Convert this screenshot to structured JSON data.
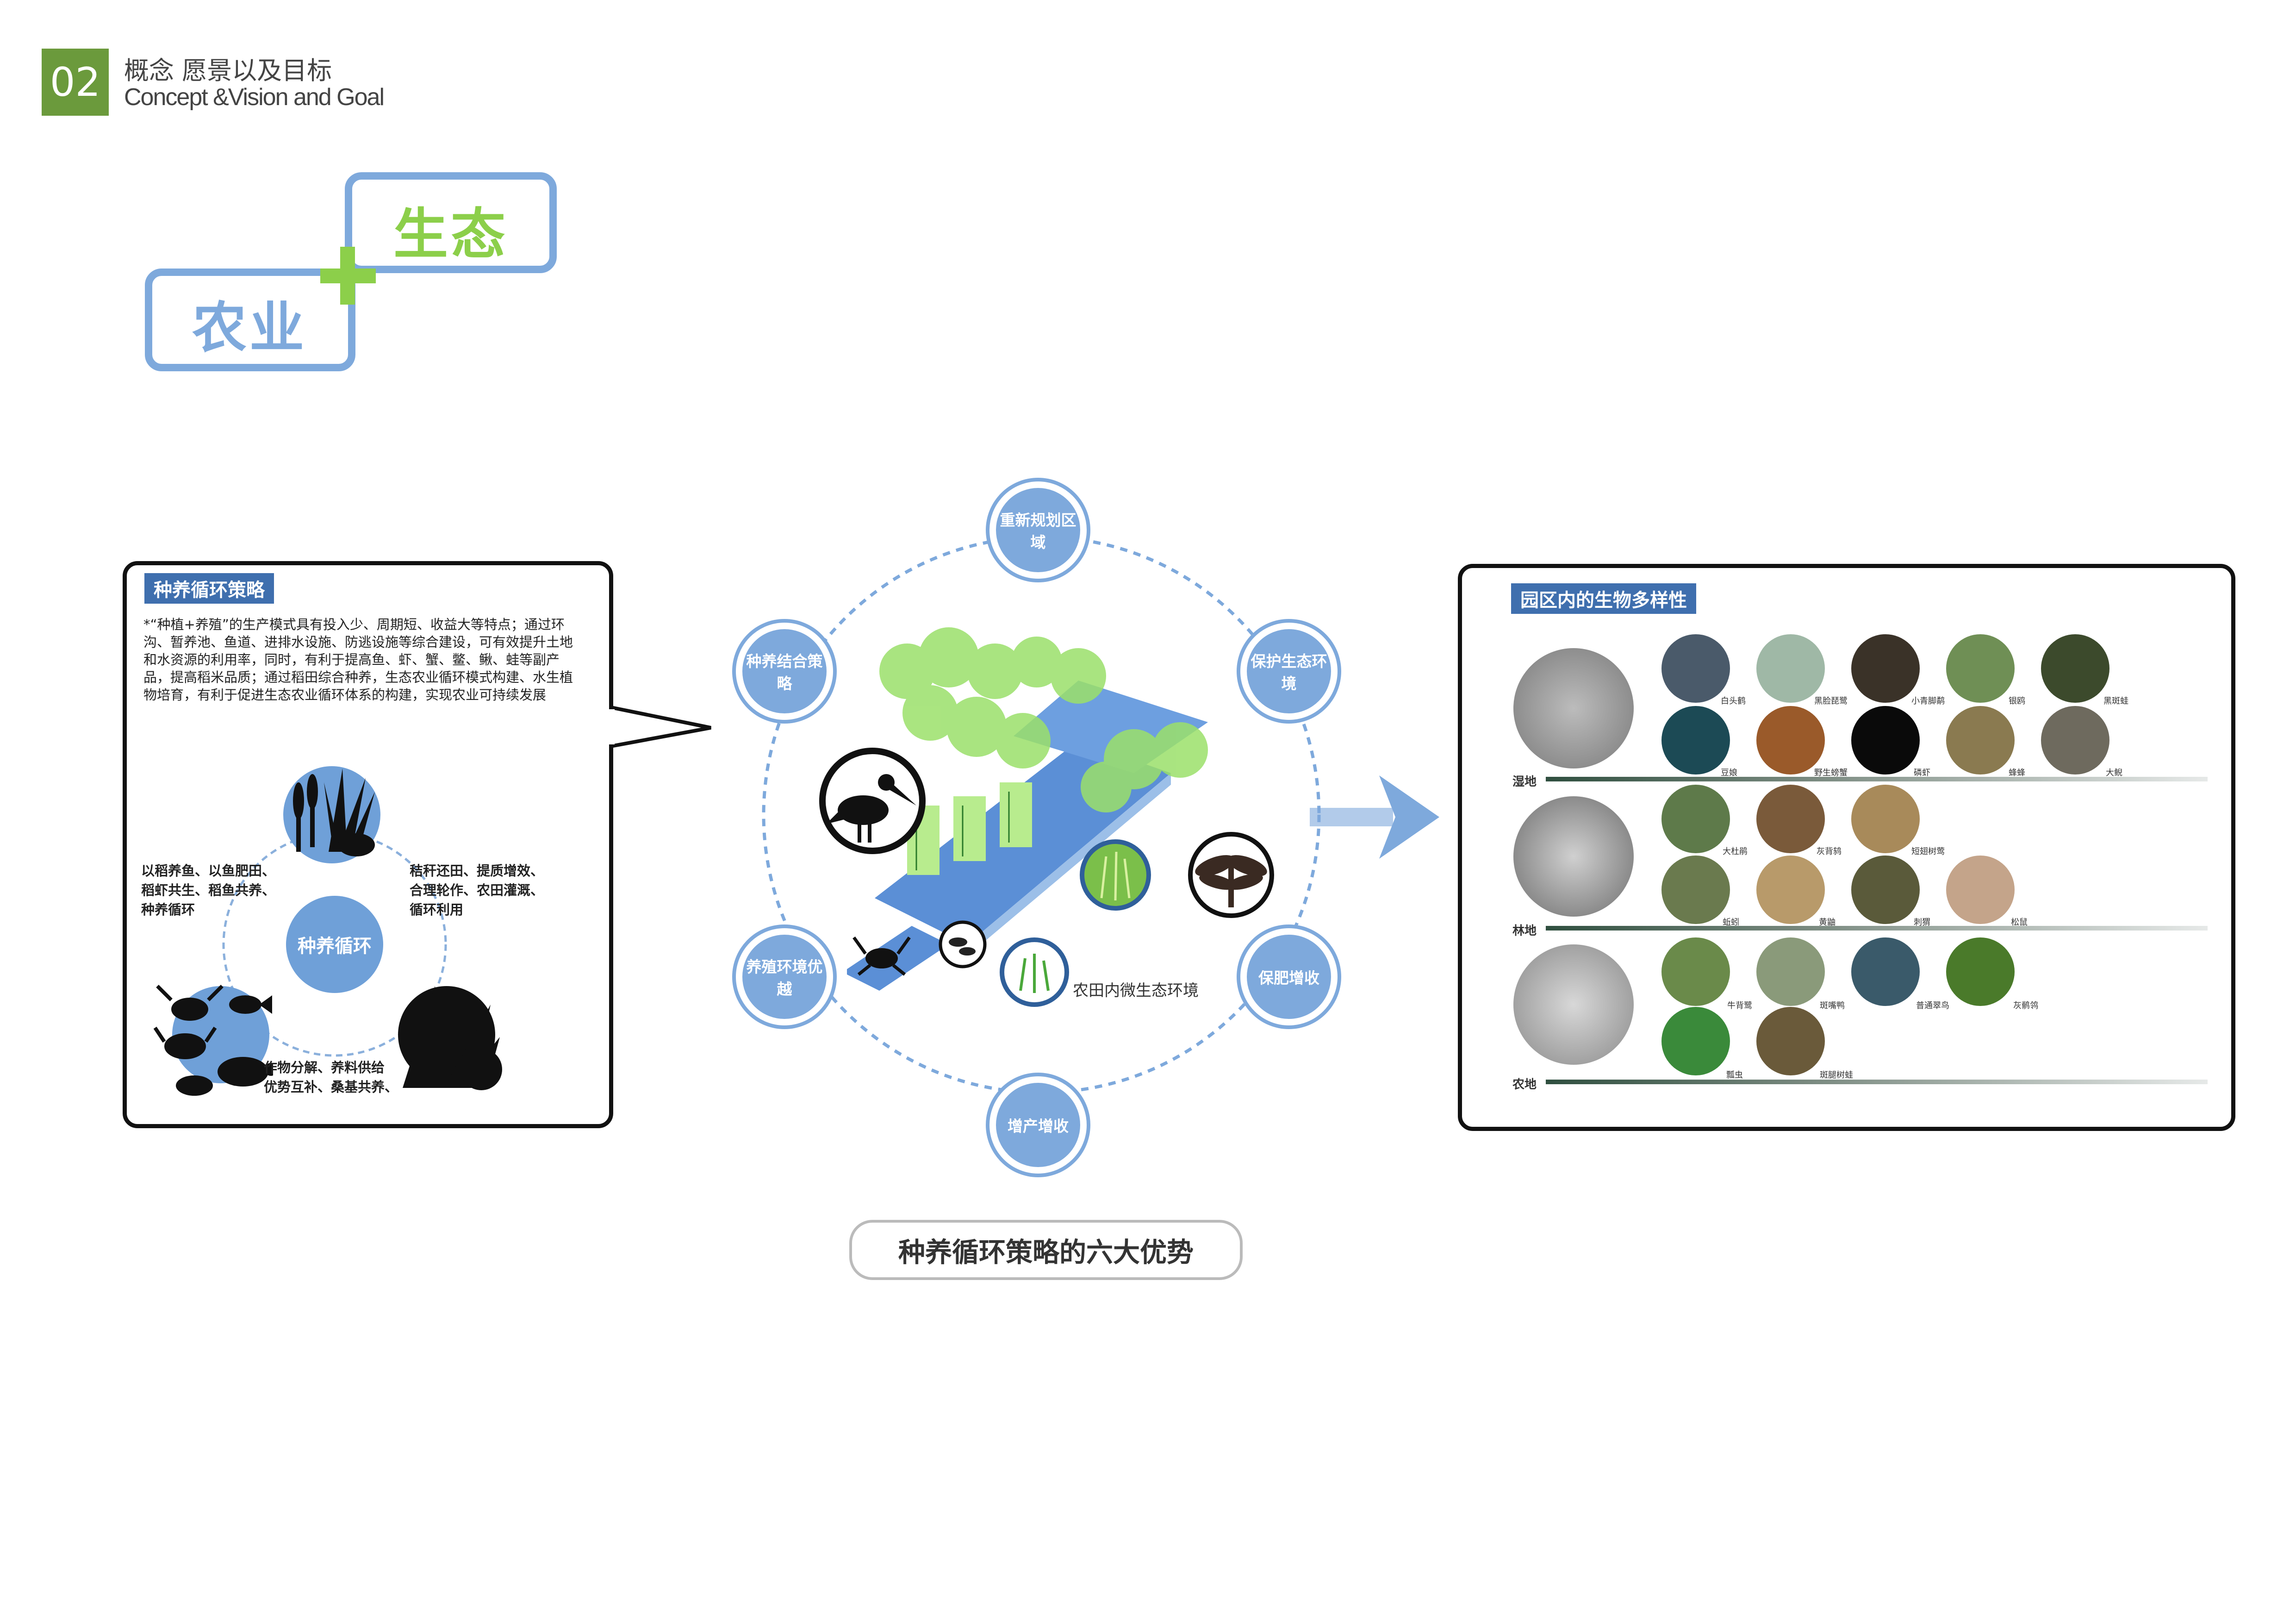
{
  "header": {
    "number": "02",
    "title_cn": "概念 愿景以及目标",
    "title_en": "Concept  &Vision and Goal"
  },
  "logo": {
    "eco": "生态",
    "agri": "农业"
  },
  "left_panel": {
    "tag": "种养循环策略",
    "description": "*“种植+养殖”的生产模式具有投入少、周期短、收益大等特点；通过环沟、暂养池、鱼道、进排水设施、防逃设施等综合建设，可有效提升土地和水资源的利用率，同时，有利于提高鱼、虾、蟹、鳖、鳅、蛙等副产品，提高稻米品质；通过稻田综合种养，生态农业循环模式构建、水生植物培育，有利于促进生态农业循环体系的构建，实现农业可持续发展",
    "cycle_center": "种养循环",
    "text_left": [
      "以稻养鱼、以鱼肥田、",
      "稻虾共生、稻鱼共养、",
      "种养循环"
    ],
    "text_right": [
      "秸秆还田、提质增效、",
      "合理轮作、农田灌溉、",
      "循环利用"
    ],
    "text_bottom": [
      "作物分解、养料供给",
      "优势互补、桑基共养、"
    ]
  },
  "center": {
    "advantages": [
      "重新规划区域",
      "保护生态环境",
      "保肥增收",
      "增产增收",
      "养殖环境优越",
      "种养结合策略"
    ],
    "micro_label": "农田内微生态环境",
    "caption": "种养循环策略的六大优势"
  },
  "right_panel": {
    "tag": "园区内的生物多样性",
    "rows": [
      {
        "label": "湿地",
        "animals": [
          "白头鹤",
          "黑脸琵鹭",
          "小青脚鹬",
          "银鸥",
          "黑斑蛙",
          "豆娘",
          "野生螃蟹",
          "磷虾",
          "蜂蜂",
          "大鲵"
        ]
      },
      {
        "label": "林地",
        "animals": [
          "大杜鹃",
          "灰背鸫",
          "短翅树莺",
          "蚯蚓",
          "黄鼬",
          "刺猬",
          "松鼠"
        ]
      },
      {
        "label": "农地",
        "animals": [
          "牛背鹭",
          "斑嘴鸭",
          "普通翠鸟",
          "灰鹡鸰",
          "瓢虫",
          "斑腿树蛙"
        ]
      }
    ]
  },
  "colors": {
    "accent_blue": "#7ea9dc",
    "tag_blue": "#3f6fae",
    "eco_green": "#8ccf4a",
    "header_green": "#6b9a3c"
  }
}
